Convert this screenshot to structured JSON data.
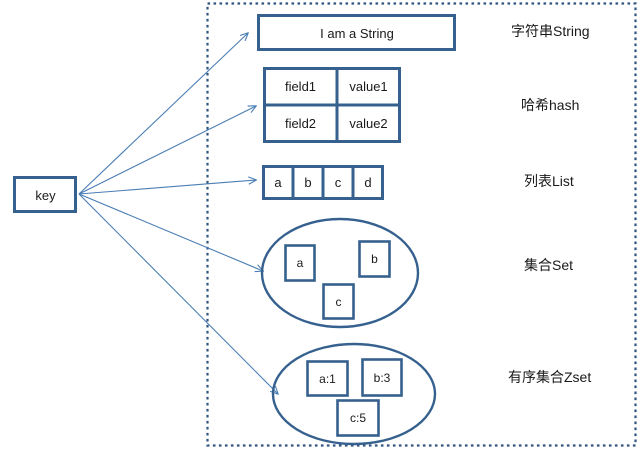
{
  "title": "Redis key value types diagram",
  "colors": {
    "box_border": "#36618e",
    "arrow": "#4a7eb5",
    "dotted_border": "#31557f",
    "text": "#1a1a1a",
    "background": "#ffffff"
  },
  "key_node": {
    "label": "key"
  },
  "container": {
    "border_style": "dotted"
  },
  "types": [
    {
      "id": "string",
      "cn_label": "字符串String",
      "kind": "single-box",
      "cells": [
        "I am a String"
      ]
    },
    {
      "id": "hash",
      "cn_label": "哈希hash",
      "kind": "table",
      "rows": [
        [
          "field1",
          "value1"
        ],
        [
          "field2",
          "value2"
        ]
      ]
    },
    {
      "id": "list",
      "cn_label": "列表List",
      "kind": "row-boxes",
      "cells": [
        "a",
        "b",
        "c",
        "d"
      ]
    },
    {
      "id": "set",
      "cn_label": "集合Set",
      "kind": "ellipse",
      "cells": [
        "a",
        "b",
        "c"
      ]
    },
    {
      "id": "zset",
      "cn_label": "有序集合Zset",
      "kind": "ellipse",
      "cells": [
        "a:1",
        "b:3",
        "c:5"
      ]
    }
  ],
  "icons": {
    "arrow": "arrow-head-icon"
  }
}
